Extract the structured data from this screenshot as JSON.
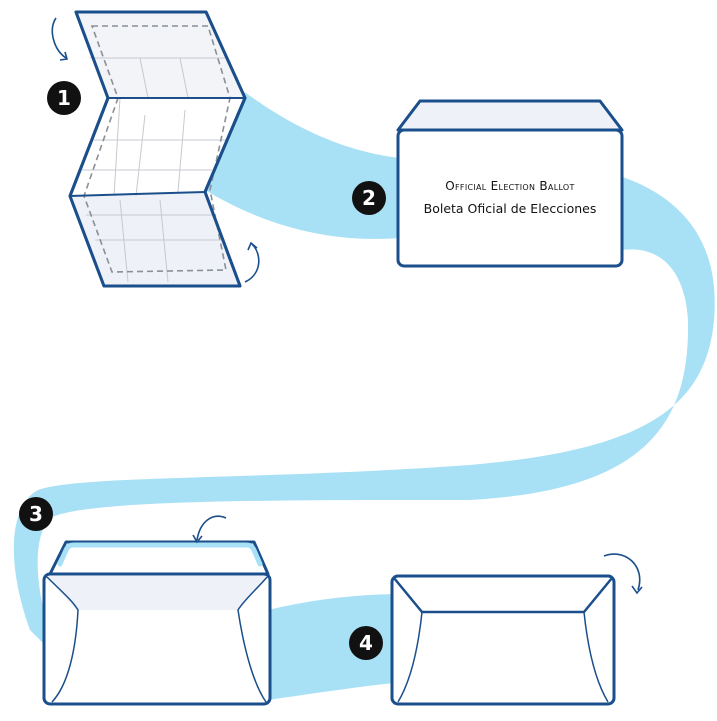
{
  "steps": [
    {
      "number": "1"
    },
    {
      "number": "2"
    },
    {
      "number": "3"
    },
    {
      "number": "4"
    }
  ],
  "envelope": {
    "line1": "Official Election Ballot",
    "line2": "Boleta Oficial de Elecciones"
  },
  "colors": {
    "path": "#a8e0f5",
    "outline": "#1b4f8c",
    "badge": "#111111",
    "fold_shade": "#eef2f8",
    "ballot_grid": "#c6c9cf"
  }
}
